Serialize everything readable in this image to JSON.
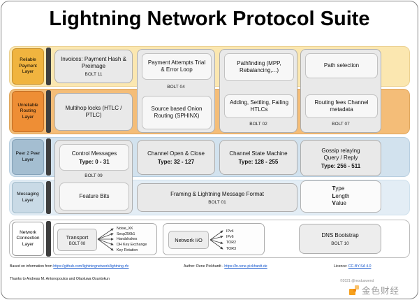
{
  "title": "Lightning Network Protocol Suite",
  "layers": {
    "reliable_payment": {
      "label": "Reliable Payment Layer"
    },
    "unreliable_routing": {
      "label": "Unreliable Routing Layer"
    },
    "peer2peer": {
      "label": "Peer 2 Peer Layer"
    },
    "messaging": {
      "label": "Messaging Layer"
    },
    "network_connection": {
      "label": "Network Connection Layer"
    }
  },
  "boxes": {
    "invoices": {
      "title": "Invoices: Payment Hash & Preimage",
      "bolt": "BOLT 11"
    },
    "payment_attempts": {
      "title": "Payment Attempts Trial & Error Loop"
    },
    "bolt04_label": "BOLT 04",
    "onion_routing": {
      "title": "Source based Onion Routing (SPHINX)"
    },
    "multihop": {
      "title": "Multihop locks (HTLC / PTLC)"
    },
    "pathfinding": {
      "title": "Pathfinding (MPP, Rebalancing,...)"
    },
    "htlcs": {
      "title": "Adding, Settling, Failing HTLCs"
    },
    "bolt02_label": "BOLT 02",
    "path_selection": {
      "title": "Path selection"
    },
    "routing_fees": {
      "title": "Routing fees Channel metadata"
    },
    "bolt07_label": "BOLT 07",
    "control_messages": {
      "title": "Control Messages",
      "range": "Type: 0 - 31"
    },
    "bolt09_label": "BOLT 09",
    "feature_bits": {
      "title": "Feature Bits"
    },
    "channel_open": {
      "title": "Channel Open & Close",
      "range": "Type: 32 - 127"
    },
    "channel_state": {
      "title": "Channel State Machine",
      "range": "Type: 128 - 255"
    },
    "gossip": {
      "title": "Gossip relaying",
      "subtitle": "Query / Reply",
      "range": "Type: 256 - 511"
    },
    "framing": {
      "title": "Framing & Lightning Message Format",
      "bolt": "BOLT 01"
    },
    "tlv": {
      "lines": [
        {
          "initial": "T",
          "rest": "ype"
        },
        {
          "initial": "L",
          "rest": "ength"
        },
        {
          "initial": "V",
          "rest": "alue"
        }
      ]
    },
    "transport": {
      "title": "Transport",
      "bolt": "BOLT 08",
      "items": [
        "Noise_XK",
        "Secp256k1",
        "Handshakes",
        "DH Key Exchange",
        "Key Rotation"
      ]
    },
    "network_io": {
      "title": "Network I/O",
      "items": [
        "IPv4",
        "IPv6",
        "TOR2",
        "TOR3"
      ]
    },
    "dns_bootstrap": {
      "title": "DNS Bootstrap",
      "bolt": "BOLT 10"
    }
  },
  "footer": {
    "based_prefix": "Based on information from",
    "based_link": "https://github.com/lightningnetwork/lightning-rfc",
    "author_prefix": "Author: Rene Pickhardt -",
    "author_link": "https://ln.rene-pickhardt.de",
    "licence_prefix": "Licence:",
    "licence_link": "CC-BY-SA 4.0",
    "thanks": "Thanks to Andreas M. Antonopoulos and Olaoluwa Osuntokun",
    "copyright": "©2021 @moduswend",
    "watermark": "金色财经"
  },
  "colors": {
    "reliable_band": "#fbe7b0",
    "reliable_label": "#f0b43f",
    "unreliable_band": "#f4bd78",
    "unreliable_label": "#ee8e35",
    "p2p_band": "#d2e2ee",
    "p2p_label": "#a4bed1",
    "messaging_band": "#e3edf5",
    "messaging_label": "#c9dae6",
    "accent_bar": "#3e3e3e",
    "link": "#1355cc",
    "watermark_orange": "#f6a01d"
  }
}
